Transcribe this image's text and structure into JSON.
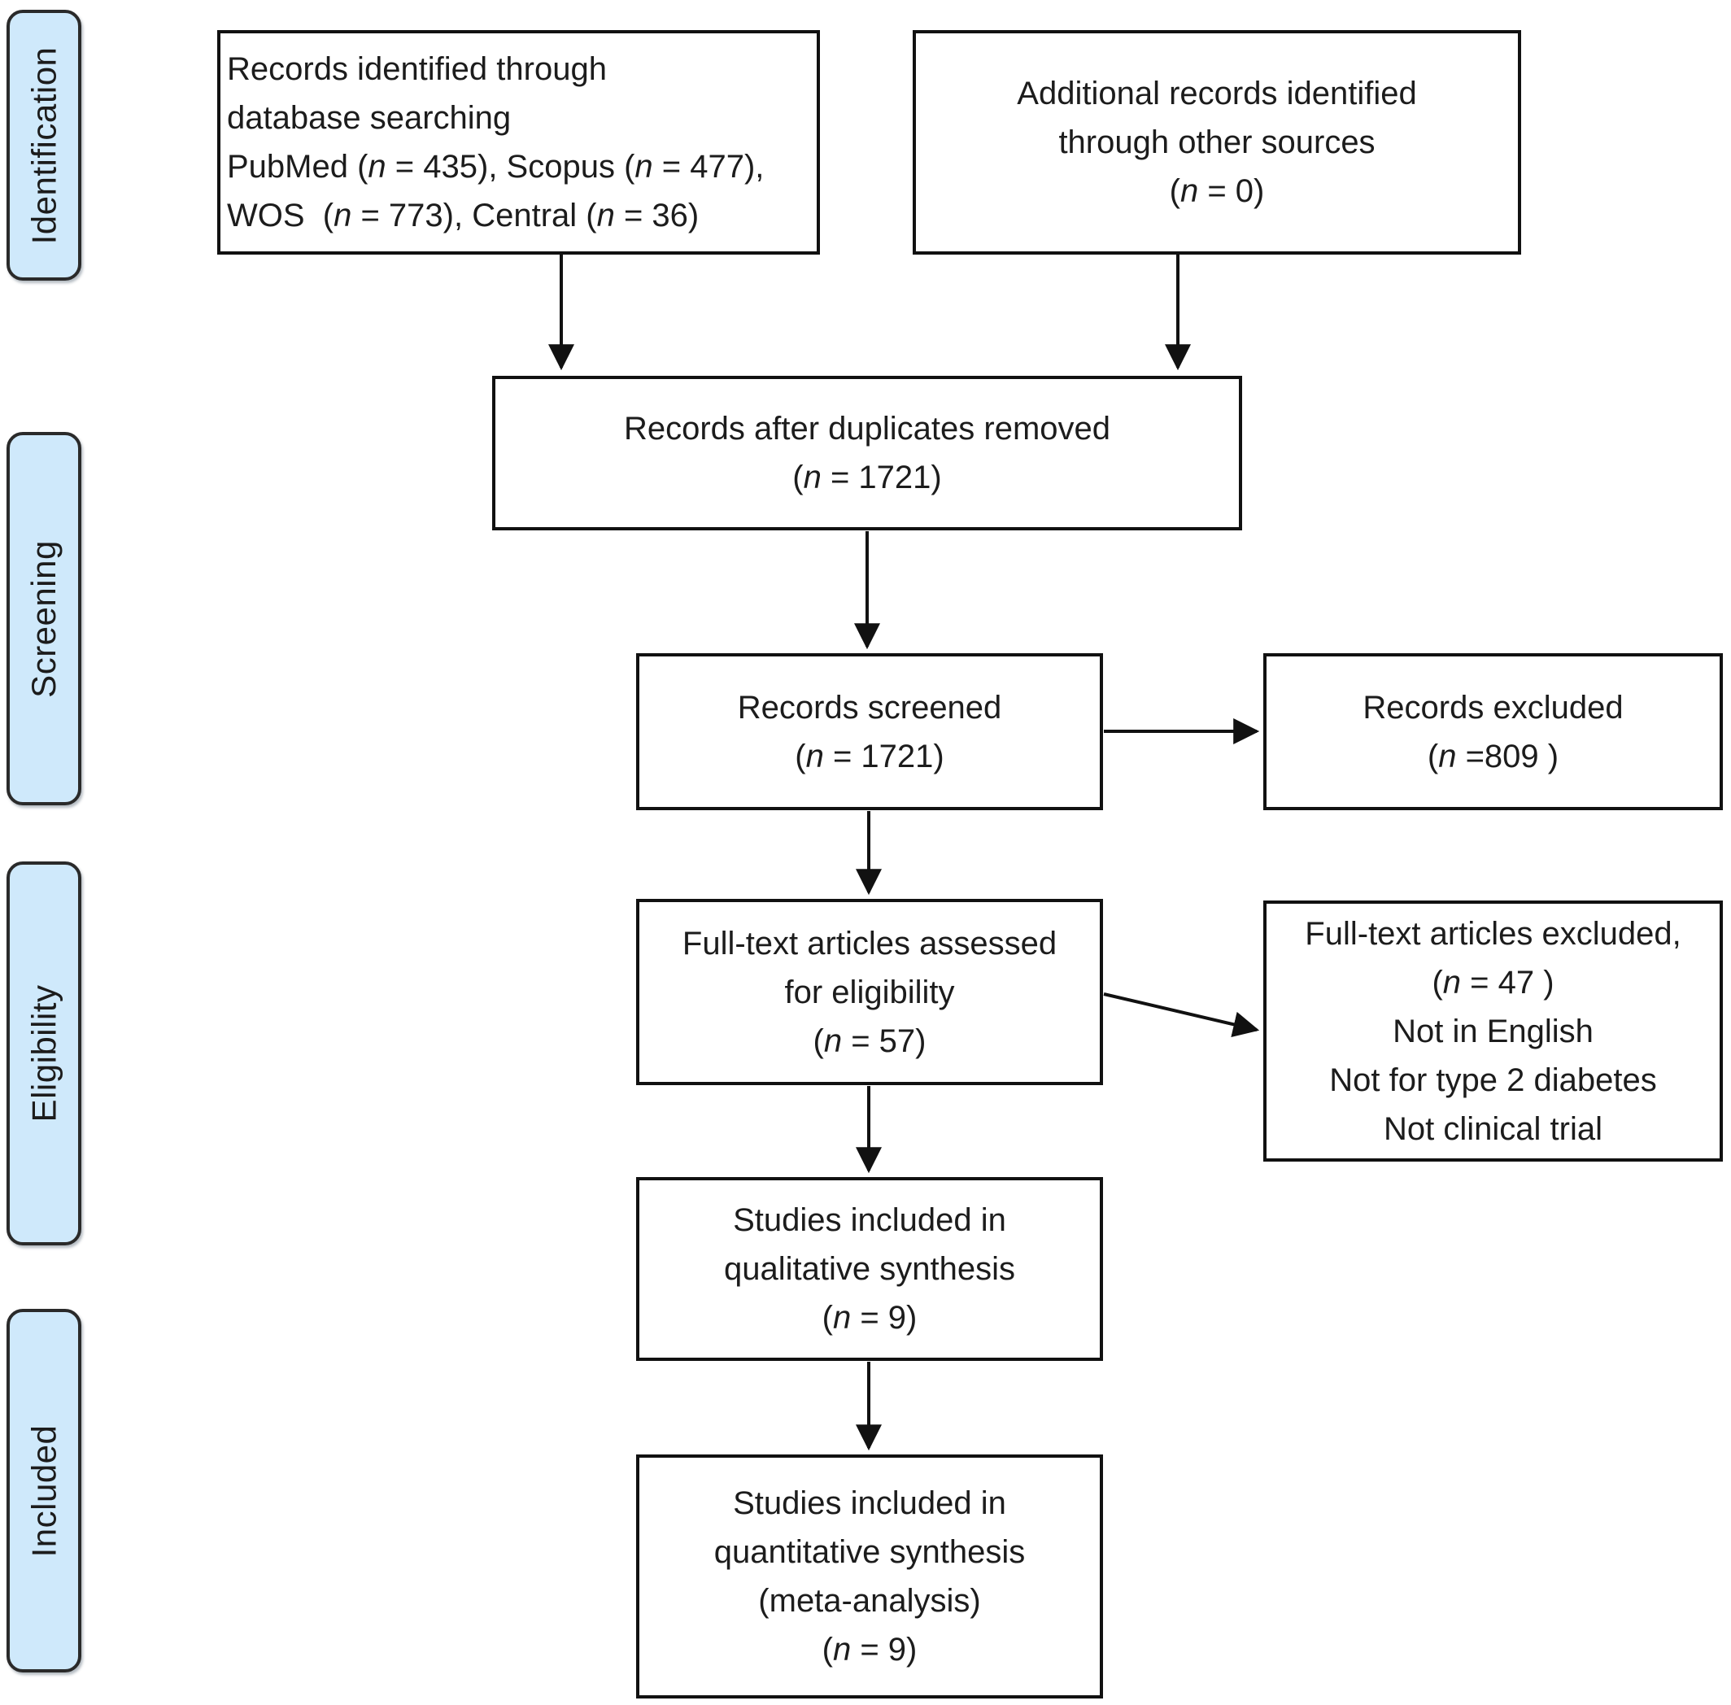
{
  "stages": [
    {
      "label": "Identification"
    },
    {
      "label": "Screening"
    },
    {
      "label": "Eligibility"
    },
    {
      "label": "Included"
    }
  ],
  "boxes": {
    "identified": {
      "lines": [
        "Records identified through",
        "database searching",
        "PubMed (n = 435), Scopus (n = 477),",
        "WOS  (n = 773), Central (n = 36)"
      ]
    },
    "additional": {
      "lines": [
        "Additional records identified",
        "through other sources",
        "(n = 0)"
      ]
    },
    "duplicates_removed": {
      "lines": [
        "Records after duplicates removed",
        "(n = 1721)"
      ]
    },
    "screened": {
      "lines": [
        "Records screened",
        "(n = 1721)"
      ]
    },
    "records_excluded": {
      "lines": [
        "Records excluded",
        "(n =809 )"
      ]
    },
    "fulltext_assessed": {
      "lines": [
        "Full-text articles assessed",
        "for eligibility",
        "(n = 57)"
      ]
    },
    "fulltext_excluded": {
      "lines": [
        "Full-text articles excluded,",
        "(n = 47 )",
        "Not in English",
        "Not for type 2 diabetes",
        "Not clinical trial"
      ]
    },
    "qualitative_included": {
      "lines": [
        "Studies included in",
        "qualitative synthesis",
        "(n = 9)"
      ]
    },
    "quantitative_included": {
      "lines": [
        "Studies included in",
        "quantitative synthesis",
        "(meta-analysis)",
        "(n = 9)"
      ]
    }
  },
  "colors": {
    "stage_fill": "#cfe9fb",
    "box_border": "#111111",
    "arrow": "#111111",
    "text": "#1c1c1c"
  }
}
